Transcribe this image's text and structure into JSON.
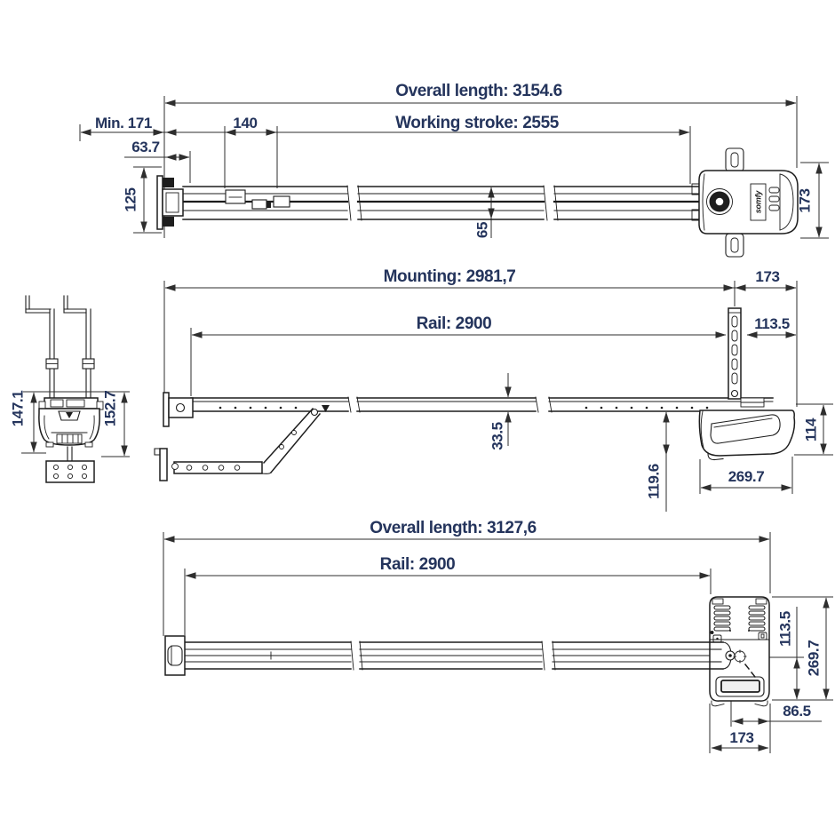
{
  "drawing": {
    "type": "technical-dimension-drawing",
    "product": "garage door opener rail drive - three orthographic views and end view",
    "brand_label": "somfy",
    "colors": {
      "line": "#1d1d1d",
      "dimension": "#2e2e2e",
      "text": "#24345c",
      "background": "#ffffff"
    },
    "top_view": {
      "overall_length": "Overall length: 3154.6",
      "working_stroke": "Working stroke: 2555",
      "min_offset": "Min. 171",
      "carriage_width": "140",
      "front_offset": "63.7",
      "bracket_height": "125",
      "rail_width": "65",
      "head_width": "173"
    },
    "middle_view": {
      "mounting": "Mounting: 2981,7",
      "rail": "Rail: 2900",
      "head_offset": "173",
      "hanger_offset": "113.5",
      "rail_height": "33.5",
      "head_drop": "119.6",
      "head_height": "114",
      "head_length": "269.7"
    },
    "side_view": {
      "height_left": "147.1",
      "height_right": "152.7"
    },
    "bottom_view": {
      "overall_length": "Overall length: 3127,6",
      "rail": "Rail: 2900",
      "sprocket_offset": "113.5",
      "head_length": "269.7",
      "chain_offset": "86.5",
      "head_width": "173"
    }
  }
}
